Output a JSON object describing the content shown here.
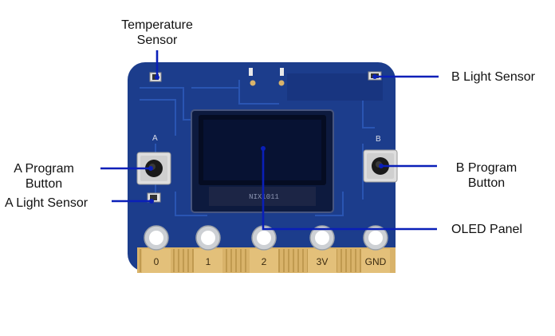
{
  "labels": {
    "temperature_sensor": [
      "Temperature",
      "Sensor"
    ],
    "b_light_sensor": "B Light Sensor",
    "a_program_button": [
      "A Program",
      "Button"
    ],
    "a_light_sensor": "A Light Sensor",
    "b_program_button": [
      "B Program",
      "Button"
    ],
    "oled_panel": "OLED Panel"
  },
  "board": {
    "side_a": "A",
    "side_b": "B",
    "oled_marking": "NIX1011",
    "pins": [
      "0",
      "1",
      "2",
      "3V",
      "GND"
    ]
  },
  "colors": {
    "pcb": "#1c3d8c",
    "pcb_trace": "#2a55b2",
    "callout_line": "#0a1fb8",
    "gold": "#d9b36a",
    "oled": "#050c22"
  }
}
